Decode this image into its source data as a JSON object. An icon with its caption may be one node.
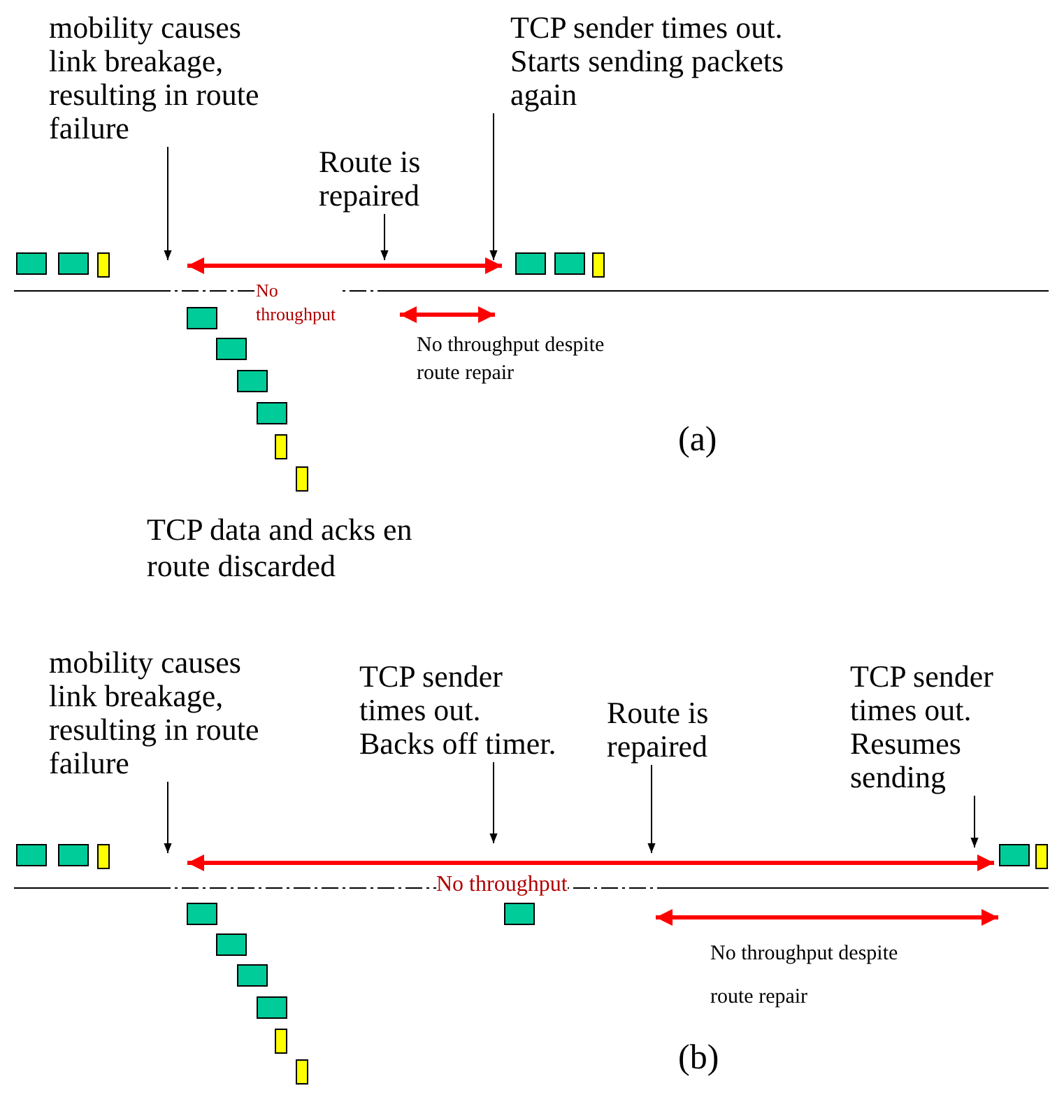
{
  "diagram": {
    "nodes": [
      {
        "text": [
          "mobility causes link breakage, resulting in route failure"
        ]
      },
      {
        "text": [
          "Route is repaired"
        ]
      },
      {
        "text": [
          "TCP sender times out. Starts sending packets again"
        ]
      },
      {
        "text": [
          "mobility causes link breakage, resulting in route failure"
        ]
      },
      {
        "text": [
          "TCP sender times out. Backs off timer."
        ]
      },
      {
        "text": [
          "Route is repaired"
        ]
      },
      {
        "text": [
          "TCP sender times out. Resumes sending"
        ]
      }
    ],
    "edges": [
      {
        "from": 0,
        "to": null,
        "arrow": "to"
      },
      {
        "from": 1,
        "to": null,
        "arrow": "to"
      },
      {
        "from": 2,
        "to": null,
        "arrow": "to"
      },
      {
        "from": 3,
        "to": null,
        "arrow": "to"
      },
      {
        "from": 4,
        "to": null,
        "arrow": "to"
      },
      {
        "from": 5,
        "to": null,
        "arrow": "to"
      },
      {
        "from": 6,
        "to": null,
        "arrow": "to"
      }
    ],
    "labels": [
      "No throughput",
      "No throughput despite route repair",
      "(a)",
      "TCP data and acks en route discarded",
      "No throughput",
      "No throughput despite route repair",
      "(b)"
    ]
  }
}
